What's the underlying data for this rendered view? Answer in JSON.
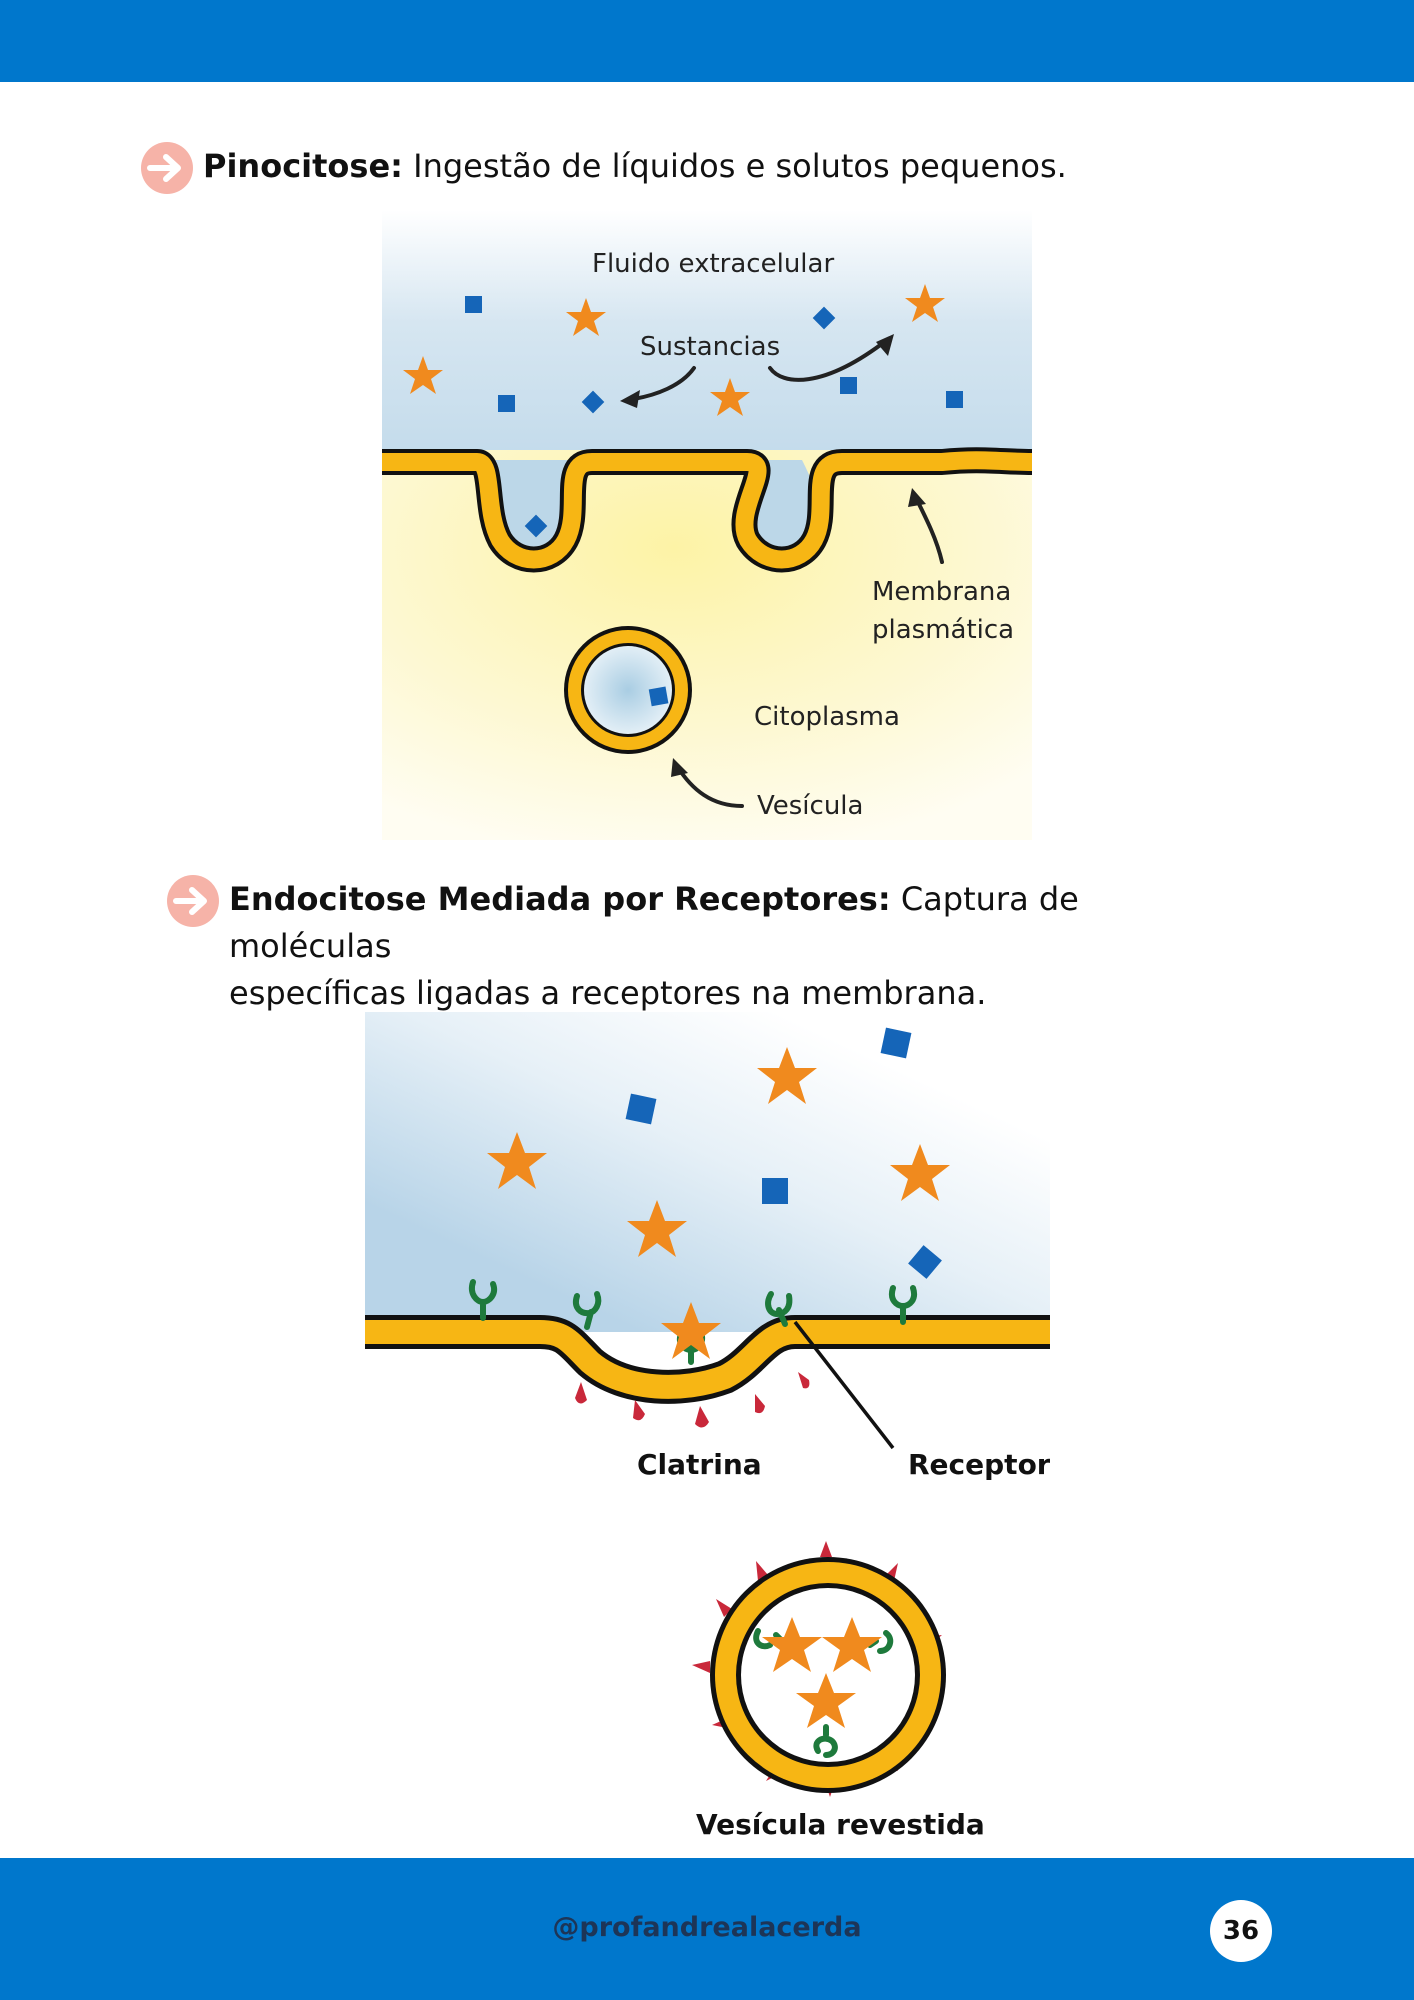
{
  "page": {
    "handle": "@profandrealacerda",
    "page_number": "36"
  },
  "section1": {
    "title": "Pinocitose:",
    "text": " Ingestão de líquidos e solutos pequenos.",
    "figure": {
      "labels": {
        "extracellular": "Fluido extracelular",
        "substances": "Sustancias",
        "membrane_line1": "Membrana",
        "membrane_line2": "plasmática",
        "cytoplasm": "Citoplasma",
        "vesicle": "Vesícula"
      }
    }
  },
  "section2": {
    "title": "Endocitose Mediada por Receptores:",
    "text_line1": " Captura de moléculas",
    "text_line2": "específicas ligadas a receptores na membrana.",
    "figure": {
      "labels": {
        "clathrin": "Clatrina",
        "receptor": "Receptor",
        "coated_vesicle": "Vesícula revestida"
      }
    }
  },
  "colors": {
    "brand_blue": "#0077cc",
    "membrane": "#f7b614",
    "molecule_blue": "#1565b8",
    "star_orange": "#f08a1e",
    "receptor_green": "#1e7a3c",
    "clathrin_red": "#c9283a",
    "bullet": "#f6b3a8"
  },
  "icons": {
    "bullet": "arrow-right-circle-icon"
  }
}
